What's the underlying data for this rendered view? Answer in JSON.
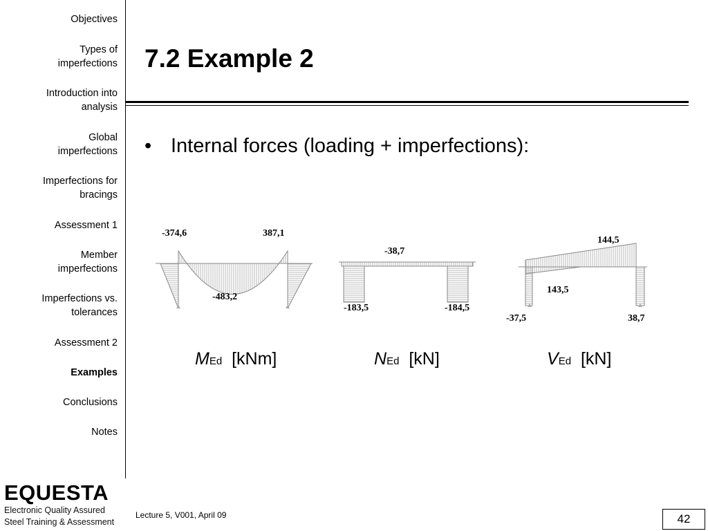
{
  "sidebar": {
    "items": [
      {
        "line1": "Objectives",
        "line2": ""
      },
      {
        "line1": "Types of",
        "line2": "imperfections"
      },
      {
        "line1": "Introduction into",
        "line2": "analysis"
      },
      {
        "line1": "Global",
        "line2": "imperfections"
      },
      {
        "line1": "Imperfections for",
        "line2": "bracings"
      },
      {
        "line1": "Assessment 1",
        "line2": ""
      },
      {
        "line1": "Member",
        "line2": "imperfections"
      },
      {
        "line1": "Imperfections vs.",
        "line2": "tolerances"
      },
      {
        "line1": "Assessment 2",
        "line2": ""
      },
      {
        "line1": "Examples",
        "line2": ""
      },
      {
        "line1": "Conclusions",
        "line2": ""
      },
      {
        "line1": "Notes",
        "line2": ""
      }
    ],
    "active_index": 9
  },
  "logo": {
    "word": "EQUESTA",
    "line1": "Electronic Quality Assured",
    "line2": "Steel Training & Assessment"
  },
  "slide": {
    "title": "7.2 Example 2",
    "bullet_marker": "•",
    "bullet": "Internal forces (loading + imperfections):"
  },
  "diagrams": {
    "moment": {
      "left_end": "-374,6",
      "right_end": "387,1",
      "midspan": "-483,2"
    },
    "axial": {
      "beam": "-38,7",
      "left_column": "-183,5",
      "right_column": "-184,5"
    },
    "shear": {
      "beam_right": "144,5",
      "beam_left": "143,5",
      "left_column": "-37,5",
      "right_column": "38,7"
    }
  },
  "captions": [
    {
      "symbol": "M",
      "sub": "Ed",
      "unit": "[kNm]"
    },
    {
      "symbol": "N",
      "sub": "Ed",
      "unit": "[kN]"
    },
    {
      "symbol": "V",
      "sub": "Ed",
      "unit": "[kN]"
    }
  ],
  "footer": {
    "lecture": "Lecture 5, V001, April 09",
    "page": "42"
  },
  "colors": {
    "diagram_line": "#888888",
    "hatch": "#b8b8b8",
    "text": "#000000"
  }
}
